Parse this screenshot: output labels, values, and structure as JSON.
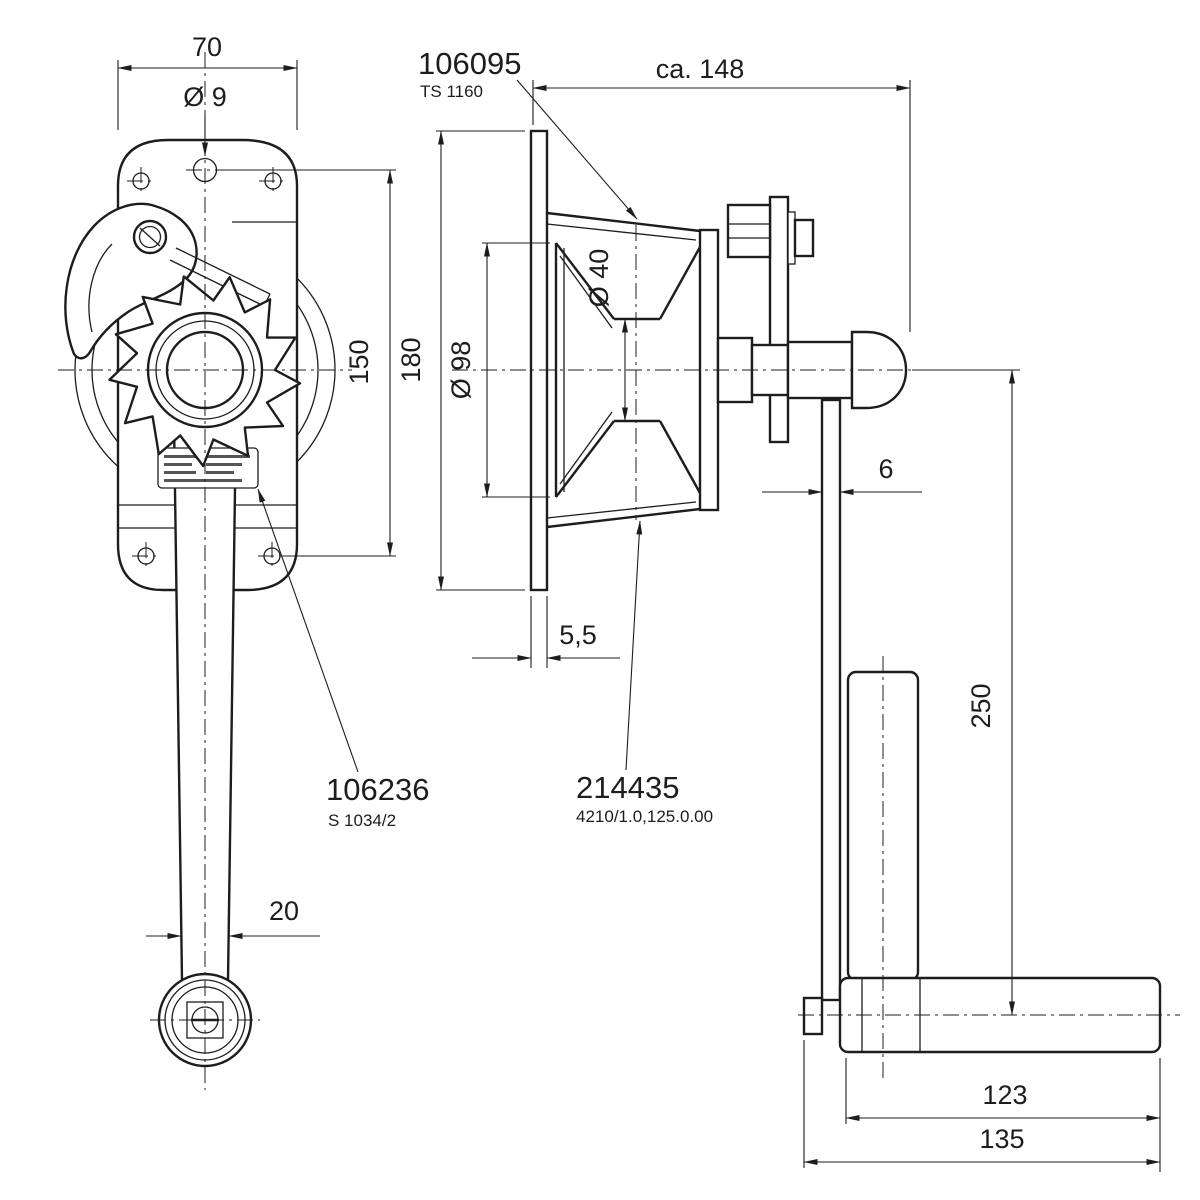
{
  "drawing": {
    "parts": {
      "p106095": {
        "number": "106095",
        "code": "TS 1160"
      },
      "p106236": {
        "number": "106236",
        "code": "S 1034/2"
      },
      "p214435": {
        "number": "214435",
        "code": "4210/1.0,125.0.00"
      }
    },
    "dims": {
      "plate_width": "70",
      "hole_dia": "Ø 9",
      "hole_spacing": "150",
      "plate_height": "180",
      "drum_dia": "Ø 98",
      "core_dia": "Ø 40",
      "overall_depth": "ca. 148",
      "flange_thk": "5,5",
      "arm_thk": "6",
      "crank_radius": "250",
      "arm_width": "20",
      "grip_len": "123",
      "grip_overall": "135"
    }
  }
}
